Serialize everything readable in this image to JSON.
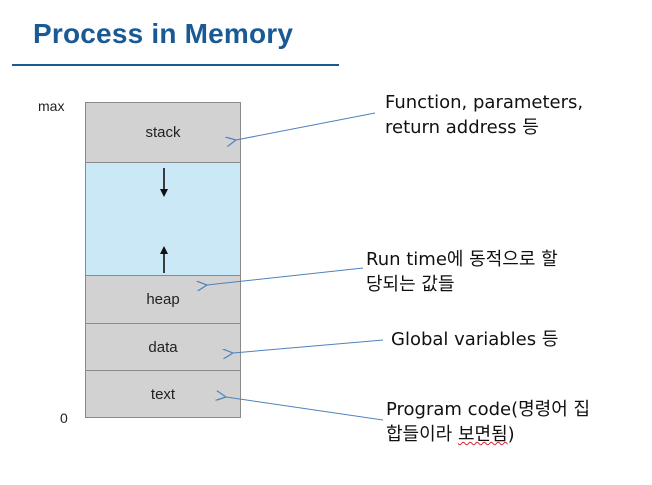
{
  "title": "Process in Memory",
  "axis": {
    "top": "max",
    "bottom": "0"
  },
  "segments": {
    "stack": "stack",
    "free": "",
    "heap": "heap",
    "data": "data",
    "text": "text"
  },
  "annotations": {
    "stack": {
      "line1": "Function, parameters,",
      "line2": "return address 등"
    },
    "heap": {
      "line1": "Run time에 동적으로 할",
      "line2": "당되는 값들"
    },
    "data": {
      "line1": "Global variables 등"
    },
    "text": {
      "line1": "Program code(명령어 집",
      "line2_a": "합들이라 ",
      "line2_b": "보면됨",
      "line2_c": ")"
    }
  },
  "colors": {
    "title": "#1a5a94",
    "segment_grey": "#d2d2d2",
    "segment_free": "#cbe8f7",
    "annotation_arrow": "#4f81bd"
  }
}
